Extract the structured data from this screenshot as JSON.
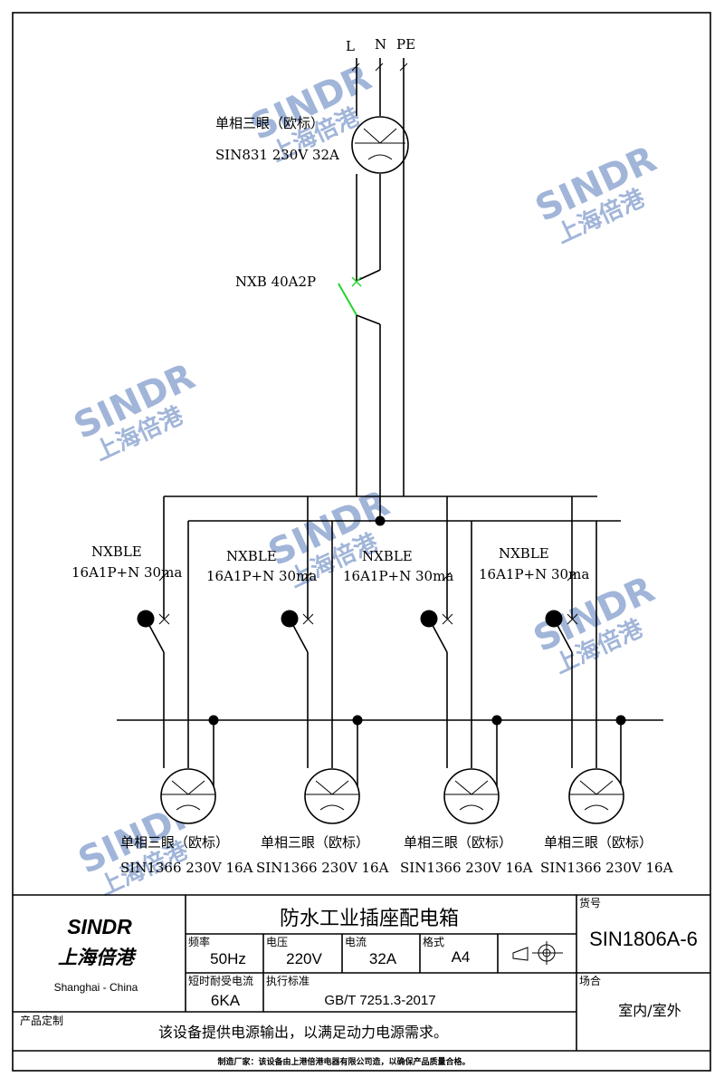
{
  "power_lines": {
    "l": "L",
    "n": "N",
    "pe": "PE"
  },
  "main_socket": {
    "line1": "单相三眼（欧标）",
    "line2": "SIN831 230V 32A"
  },
  "main_breaker": {
    "label": "NXB 40A2P"
  },
  "branch_breakers": [
    {
      "line1": "NXBLE",
      "line2": "16A1P+N 30ma"
    },
    {
      "line1": "NXBLE",
      "line2": "16A1P+N 30ma"
    },
    {
      "line1": "NXBLE",
      "line2": "16A1P+N 30ma"
    },
    {
      "line1": "NXBLE",
      "line2": "16A1P+N 30ma"
    }
  ],
  "outlets": [
    {
      "line1": "单相三眼（欧标）",
      "line2": "SIN1366 230V 16A"
    },
    {
      "line1": "单相三眼（欧标）",
      "line2": "SIN1366 230V 16A"
    },
    {
      "line1": "单相三眼（欧标）",
      "line2": "SIN1366 230V 16A"
    },
    {
      "line1": "单相三眼（欧标）",
      "line2": "SIN1366 230V 16A"
    }
  ],
  "watermark": {
    "main": "SINDR",
    "sub": "上海倍港"
  },
  "title_block": {
    "brand": "SINDR",
    "brand_cn": "上海倍港",
    "location": "Shanghai - China",
    "product_title": "防水工业插座配电箱",
    "item_no_label": "货号",
    "item_no": "SIN1806A-6",
    "freq_label": "频率",
    "freq": "50Hz",
    "voltage_label": "电压",
    "voltage": "220V",
    "current_label": "电流",
    "current": "32A",
    "format_label": "格式",
    "format": "A4",
    "short_circuit_label": "短时耐受电流",
    "short_circuit": "6KA",
    "standard_label": "执行标准",
    "standard": "GB/T 7251.3-2017",
    "site_label": "场合",
    "site": "室内/室外",
    "custom_label": "产品定制",
    "description": "该设备提供电源输出，以满足动力电源需求。",
    "footer": "制造厂家：该设备由上港倍港电器有限公司造，以确保产品质量合格。"
  }
}
